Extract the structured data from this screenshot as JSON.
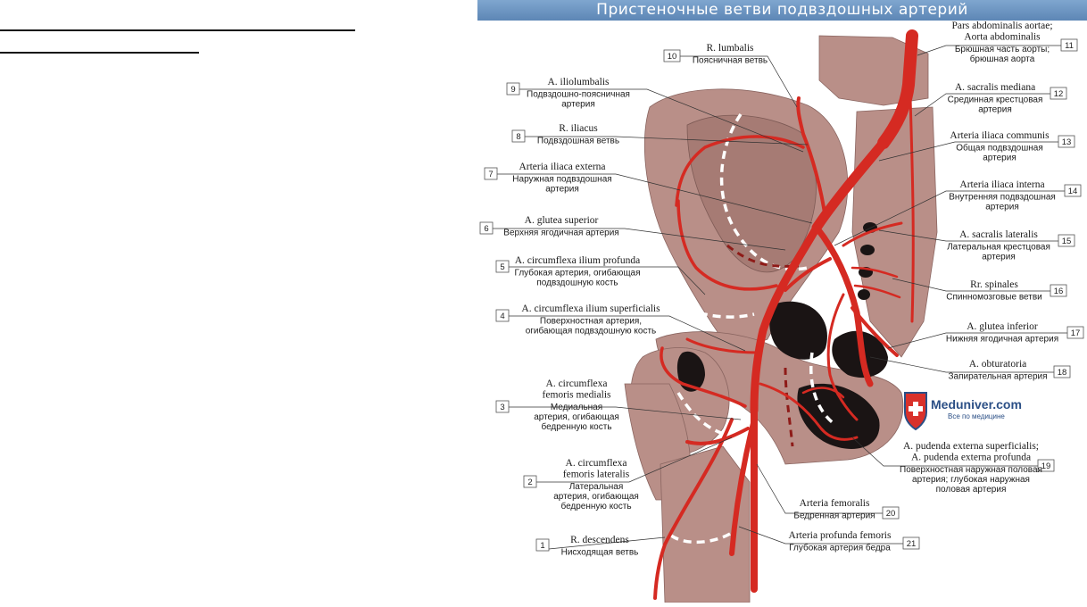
{
  "title": "Пристеночные ветви подвздошных артерий",
  "watermark": {
    "brand": "Meduniver.com",
    "tagline": "Все по медицине"
  },
  "labels": [
    {
      "num": "1",
      "lat": [
        "R. descendens"
      ],
      "rus": [
        "Нисходящая ветвь"
      ]
    },
    {
      "num": "2",
      "lat": [
        "A. circumflexa",
        "femoris lateralis"
      ],
      "rus": [
        "Латеральная",
        "артерия, огибающая",
        "бедренную кость"
      ]
    },
    {
      "num": "3",
      "lat": [
        "A. circumflexa",
        "femoris medialis"
      ],
      "rus": [
        "Медиальная",
        "артерия, огибающая",
        "бедренную кость"
      ]
    },
    {
      "num": "4",
      "lat": [
        "A. circumflexa ilium superficialis"
      ],
      "rus": [
        "Поверхностная артерия,",
        "огибающая подвздошную кость"
      ]
    },
    {
      "num": "5",
      "lat": [
        "A. circumflexa ilium profunda"
      ],
      "rus": [
        "Глубокая артерия, огибающая",
        "подвздошную кость"
      ]
    },
    {
      "num": "6",
      "lat": [
        "A. glutea superior"
      ],
      "rus": [
        "Верхняя ягодичная артерия"
      ]
    },
    {
      "num": "7",
      "lat": [
        "Arteria iliaca externa"
      ],
      "rus": [
        "Наружная подвздошная",
        "артерия"
      ]
    },
    {
      "num": "8",
      "lat": [
        "R. iliacus"
      ],
      "rus": [
        "Подвздошная ветвь"
      ]
    },
    {
      "num": "9",
      "lat": [
        "A. iliolumbalis"
      ],
      "rus": [
        "Подвздошно-поясничная",
        "артерия"
      ]
    },
    {
      "num": "10",
      "lat": [
        "R. lumbalis"
      ],
      "rus": [
        "Поясничная ветвь"
      ]
    },
    {
      "num": "11",
      "lat": [
        "Pars abdominalis aortae;",
        "Aorta abdominalis"
      ],
      "rus": [
        "Брюшная часть аорты;",
        "брюшная аорта"
      ]
    },
    {
      "num": "12",
      "lat": [
        "A. sacralis mediana"
      ],
      "rus": [
        "Срединная крестцовая",
        "артерия"
      ]
    },
    {
      "num": "13",
      "lat": [
        "Arteria iliaca communis"
      ],
      "rus": [
        "Общая подвздошная",
        "артерия"
      ]
    },
    {
      "num": "14",
      "lat": [
        "Arteria iliaca interna"
      ],
      "rus": [
        "Внутренняя подвздошная",
        "артерия"
      ]
    },
    {
      "num": "15",
      "lat": [
        "A. sacralis lateralis"
      ],
      "rus": [
        "Латеральная крестцовая",
        "артерия"
      ]
    },
    {
      "num": "16",
      "lat": [
        "Rr. spinales"
      ],
      "rus": [
        "Спинномозговые ветви"
      ]
    },
    {
      "num": "17",
      "lat": [
        "A. glutea inferior"
      ],
      "rus": [
        "Нижняя ягодичная артерия"
      ]
    },
    {
      "num": "18",
      "lat": [
        "A. obturatoria"
      ],
      "rus": [
        "Запирательная артерия"
      ]
    },
    {
      "num": "19",
      "lat": [
        "A. pudenda externa superficialis;",
        "A. pudenda externa profunda"
      ],
      "rus": [
        "Поверхностная наружная половая",
        "артерия; глубокая наружная",
        "половая артерия"
      ]
    },
    {
      "num": "20",
      "lat": [
        "Arteria femoralis"
      ],
      "rus": [
        "Бедренная артерия"
      ]
    },
    {
      "num": "21",
      "lat": [
        "Arteria profunda femoris"
      ],
      "rus": [
        "Глубокая артерия бедра"
      ]
    }
  ]
}
